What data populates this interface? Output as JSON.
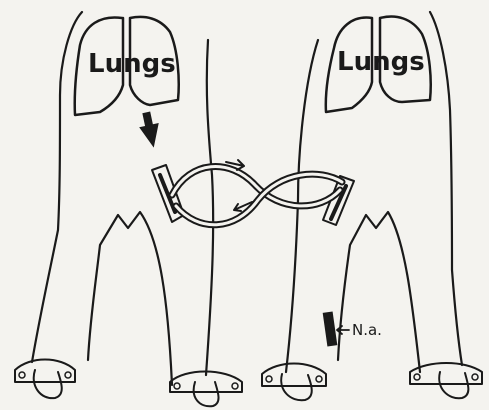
{
  "diagram": {
    "labels": {
      "left_organ": "Lungs",
      "right_organ": "Lungs",
      "annotation": "N.a."
    },
    "colors": {
      "ink": "#1a1a1a",
      "paper": "#f4f3ef"
    }
  }
}
